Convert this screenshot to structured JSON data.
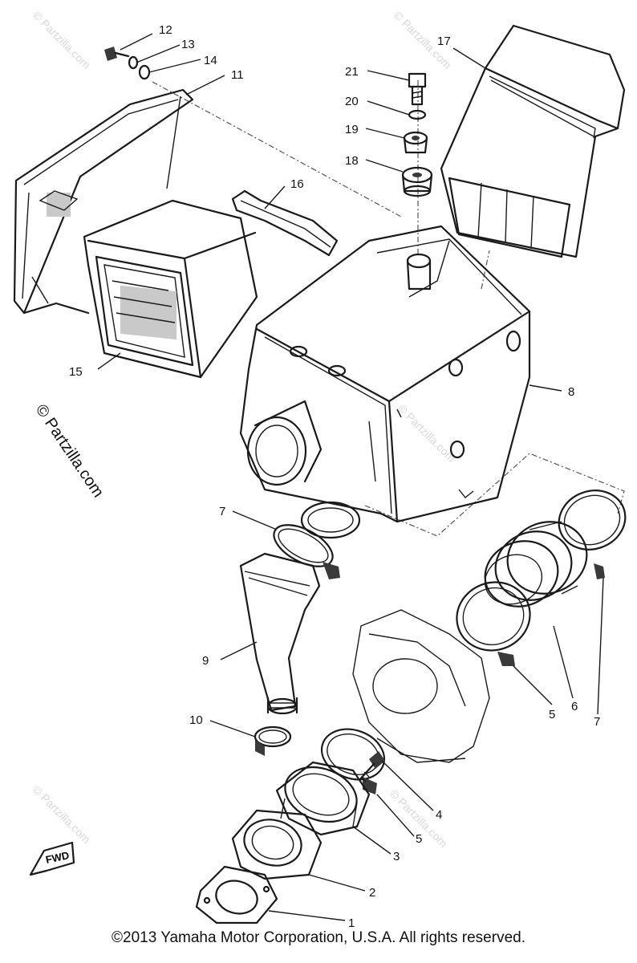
{
  "parts": [
    {
      "number": "1",
      "part": "gasket"
    },
    {
      "number": "2",
      "part": "joint"
    },
    {
      "number": "3",
      "part": "carburetor-joint"
    },
    {
      "number": "4",
      "part": "bolt"
    },
    {
      "number": "5",
      "part": "clamp"
    },
    {
      "number": "6",
      "part": "joint"
    },
    {
      "number": "7",
      "part": "clamp"
    },
    {
      "number": "8",
      "part": "air-cleaner-case"
    },
    {
      "number": "9",
      "part": "duct"
    },
    {
      "number": "10",
      "part": "clamp"
    },
    {
      "number": "11",
      "part": "cap"
    },
    {
      "number": "12",
      "part": "screw"
    },
    {
      "number": "13",
      "part": "washer"
    },
    {
      "number": "14",
      "part": "washer"
    },
    {
      "number": "15",
      "part": "element"
    },
    {
      "number": "16",
      "part": "band"
    },
    {
      "number": "17",
      "part": "duct"
    },
    {
      "number": "18",
      "part": "damper"
    },
    {
      "number": "19",
      "part": "collar"
    },
    {
      "number": "20",
      "part": "washer"
    },
    {
      "number": "21",
      "part": "bolt"
    }
  ],
  "callouts": {
    "c1": "1",
    "c2": "2",
    "c3": "3",
    "c4": "4",
    "c5a": "5",
    "c5b": "5",
    "c6": "6",
    "c7a": "7",
    "c7b": "7",
    "c8": "8",
    "c9": "9",
    "c10": "10",
    "c11": "11",
    "c12": "12",
    "c13": "13",
    "c14": "14",
    "c15": "15",
    "c16": "16",
    "c17": "17",
    "c18": "18",
    "c19": "19",
    "c20": "20",
    "c21": "21"
  },
  "fwd_label": "FWD",
  "watermark": "© Partzilla.com",
  "copyright": "©2013 Yamaha Motor Corporation, U.S.A. All rights reserved."
}
